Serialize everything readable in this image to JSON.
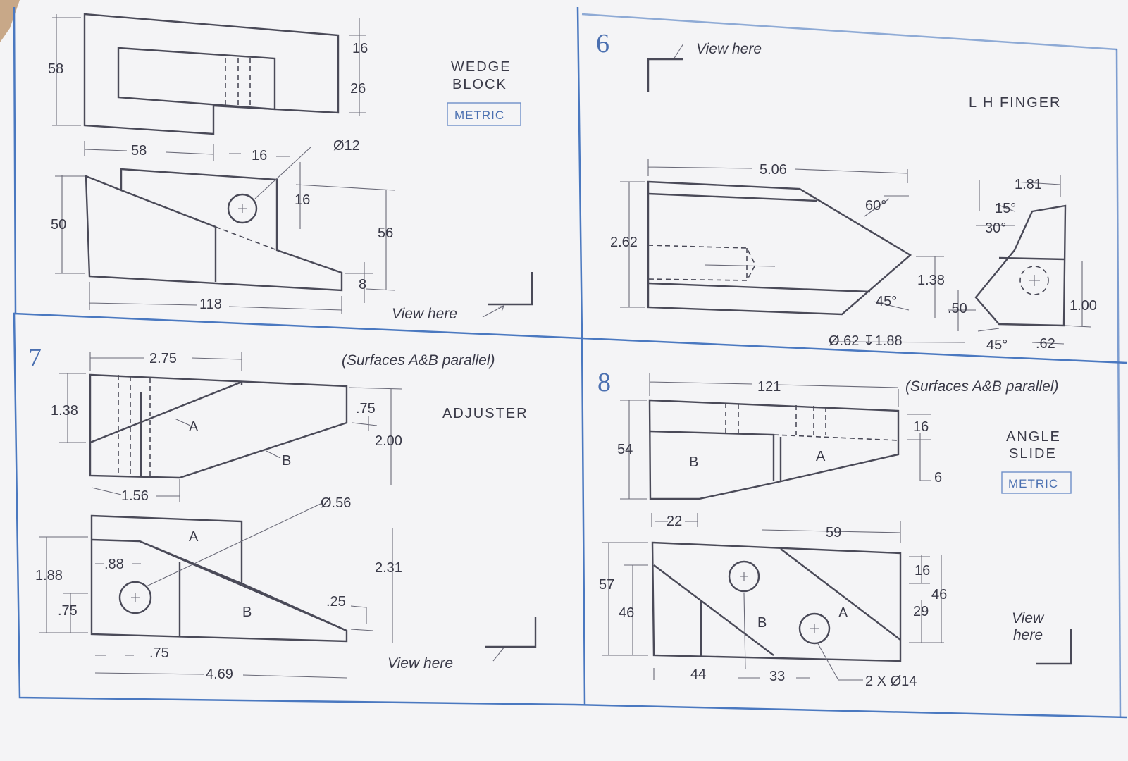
{
  "problems": {
    "wedge_block": {
      "title_line1": "WEDGE",
      "title_line2": "BLOCK",
      "badge": "METRIC",
      "dims": {
        "top_height": "58",
        "upper_gap": "16",
        "slot_height": "26",
        "left_width": "58",
        "slot_width": "16",
        "hole": "Ø12",
        "hole_offset": "16",
        "height": "50",
        "right_height": "56",
        "base_height": "8",
        "length": "118"
      },
      "view_note": "View here"
    },
    "lh_finger": {
      "number": "6",
      "title": "L H FINGER",
      "view_note": "View here",
      "dims": {
        "length": "5.06",
        "angle_top": "60°",
        "height": "2.62",
        "angle_bottom": "45°",
        "right_height": "1.38",
        "side_width": "1.81",
        "angle_15": "15°",
        "angle_30": "30°",
        "side_height": "1.00",
        "side_offset": ".50",
        "side_angle": "45°",
        "side_bottom": ".62",
        "hole": "Ø.62 ↧1.88"
      }
    },
    "adjuster": {
      "number": "7",
      "title": "ADJUSTER",
      "note": "(Surfaces A&B parallel)",
      "view_note": "View here",
      "labels": {
        "a": "A",
        "b": "B"
      },
      "dims": {
        "top_length": "2.75",
        "left_height": "1.38",
        "right_top": ".75",
        "total_height": "2.00",
        "bottom_offset": "1.56",
        "hole": "Ø.56",
        "plan_height": "1.88",
        "hole_x": ".88",
        "hole_y": ".75",
        "plan_right": "2.31",
        "plan_tip": ".25",
        "plan_x": ".75",
        "plan_length": "4.69"
      }
    },
    "angle_slide": {
      "number": "8",
      "title_line1": "ANGLE",
      "title_line2": "SLIDE",
      "badge": "METRIC",
      "note": "(Surfaces A&B parallel)",
      "view_note_line1": "View",
      "view_note_line2": "here",
      "labels": {
        "a": "A",
        "b": "B"
      },
      "dims": {
        "length": "121",
        "height": "54",
        "top_step": "16",
        "small_step": "6",
        "bottom_offset": "22",
        "right_width": "59",
        "plan_height": "57",
        "plan_inner": "46",
        "plan_top": "16",
        "plan_right": "46",
        "plan_lower": "29",
        "plan_x1": "44",
        "plan_x2": "33",
        "holes": "2 X Ø14"
      }
    }
  }
}
